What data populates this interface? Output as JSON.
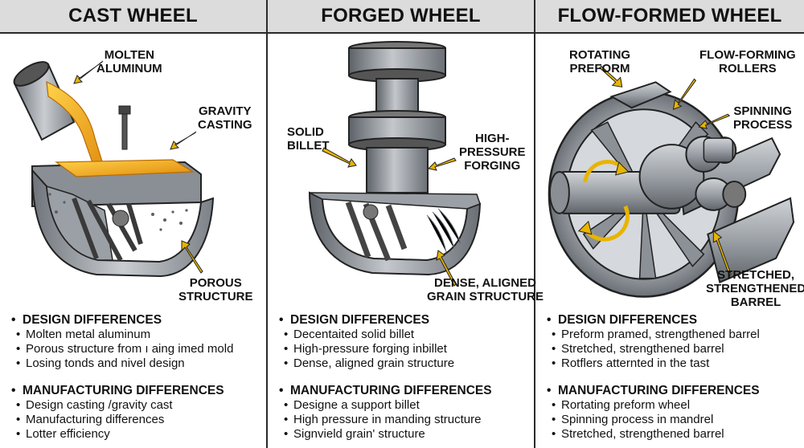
{
  "panels": [
    {
      "title": "CAST WHEEL",
      "labels": {
        "molten": [
          "MOLTEN",
          "ALUMINUM"
        ],
        "gravity": [
          "GRAVITY",
          "CASTING"
        ],
        "porous": [
          "POROUS",
          "STRUCTURE"
        ]
      },
      "design": {
        "title": "DESIGN DIFFERENCES",
        "items": [
          "Molten metal aluminum",
          "Porous structure from ı aing imed mold",
          "Losing tonds and nivel design"
        ]
      },
      "manufacturing": {
        "title": "MANUFACTURING DIFFERENCES",
        "items": [
          "Design casting /gravity cast",
          "Manufacturing differences",
          "Lotter efficiency"
        ]
      }
    },
    {
      "title": "FORGED WHEEL",
      "labels": {
        "billet": [
          "SOLID",
          "BILLET"
        ],
        "pressure": [
          "HIGH-",
          "PRESSURE",
          "FORGING"
        ],
        "grain": [
          "DENSE, ALIGNED",
          "GRAIN STRUCTURE"
        ]
      },
      "design": {
        "title": "DESIGN DIFFERENCES",
        "items": [
          "Decentaited solid billet",
          "High-pressure forging inbillet",
          "Dense, aligned grain structure"
        ]
      },
      "manufacturing": {
        "title": "MANUFACTURING DIFFERENCES",
        "items": [
          "Designe a support billet",
          "High pressure in manding structure",
          "Signvield grain' structure"
        ]
      }
    },
    {
      "title": "FLOW-FORMED WHEEL",
      "labels": {
        "preform": [
          "ROTATING",
          "PREFORM"
        ],
        "rollers": [
          "FLOW-FORMING",
          "ROLLERS"
        ],
        "spinning": [
          "SPINNING",
          "PROCESS"
        ],
        "barrel": [
          "STRETCHED,",
          "STRENGTHENED",
          "BARREL"
        ]
      },
      "design": {
        "title": "DESIGN DIFFERENCES",
        "items": [
          "Preform pramed, strengthened barrel",
          "Stretched, strengthened barrel",
          "Rotflers atternted in the tast"
        ]
      },
      "manufacturing": {
        "title": "MANUFACTURING DIFFERENCES",
        "items": [
          "Rortating preform wheel",
          "Spinning process in mandrel",
          "Stretched, strengthened barrel"
        ]
      }
    }
  ],
  "colors": {
    "arrow": "#e8b400",
    "metal": "#a8adb3",
    "molten": "#f2a51a"
  }
}
